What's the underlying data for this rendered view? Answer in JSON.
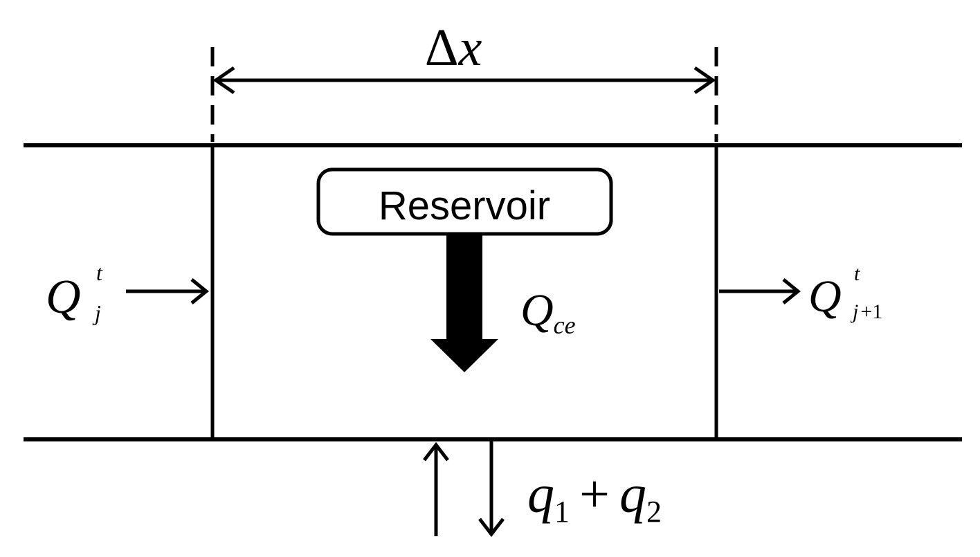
{
  "dimension": {
    "delta": "Δ",
    "var": "x"
  },
  "reservoir": {
    "label": "Reservoir"
  },
  "flows": {
    "inflow": {
      "base": "Q",
      "sup": "t",
      "sub": "j"
    },
    "outflow": {
      "base": "Q",
      "sup": "t",
      "sub": "j",
      "sub_op": "+",
      "sub_num": "1"
    },
    "reservoir_flow": {
      "base": "Q",
      "sub": "ce"
    },
    "lateral": {
      "q1": "q",
      "q1_sub": "1",
      "plus": "+",
      "q2": "q",
      "q2_sub": "2"
    }
  },
  "colors": {
    "stroke": "#000000",
    "background": "#ffffff"
  }
}
